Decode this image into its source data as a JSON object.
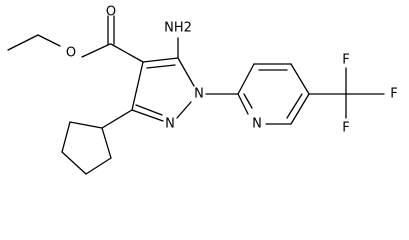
{
  "labels": {
    "carbonyl_o": "O",
    "ester_o": "O",
    "amino": "NH2",
    "n1": "N",
    "n2": "N",
    "py_n": "N",
    "f_top": "F",
    "f_right": "F",
    "f_bottom": "F"
  },
  "colors": {
    "stroke": "#000000",
    "background": "#ffffff"
  }
}
